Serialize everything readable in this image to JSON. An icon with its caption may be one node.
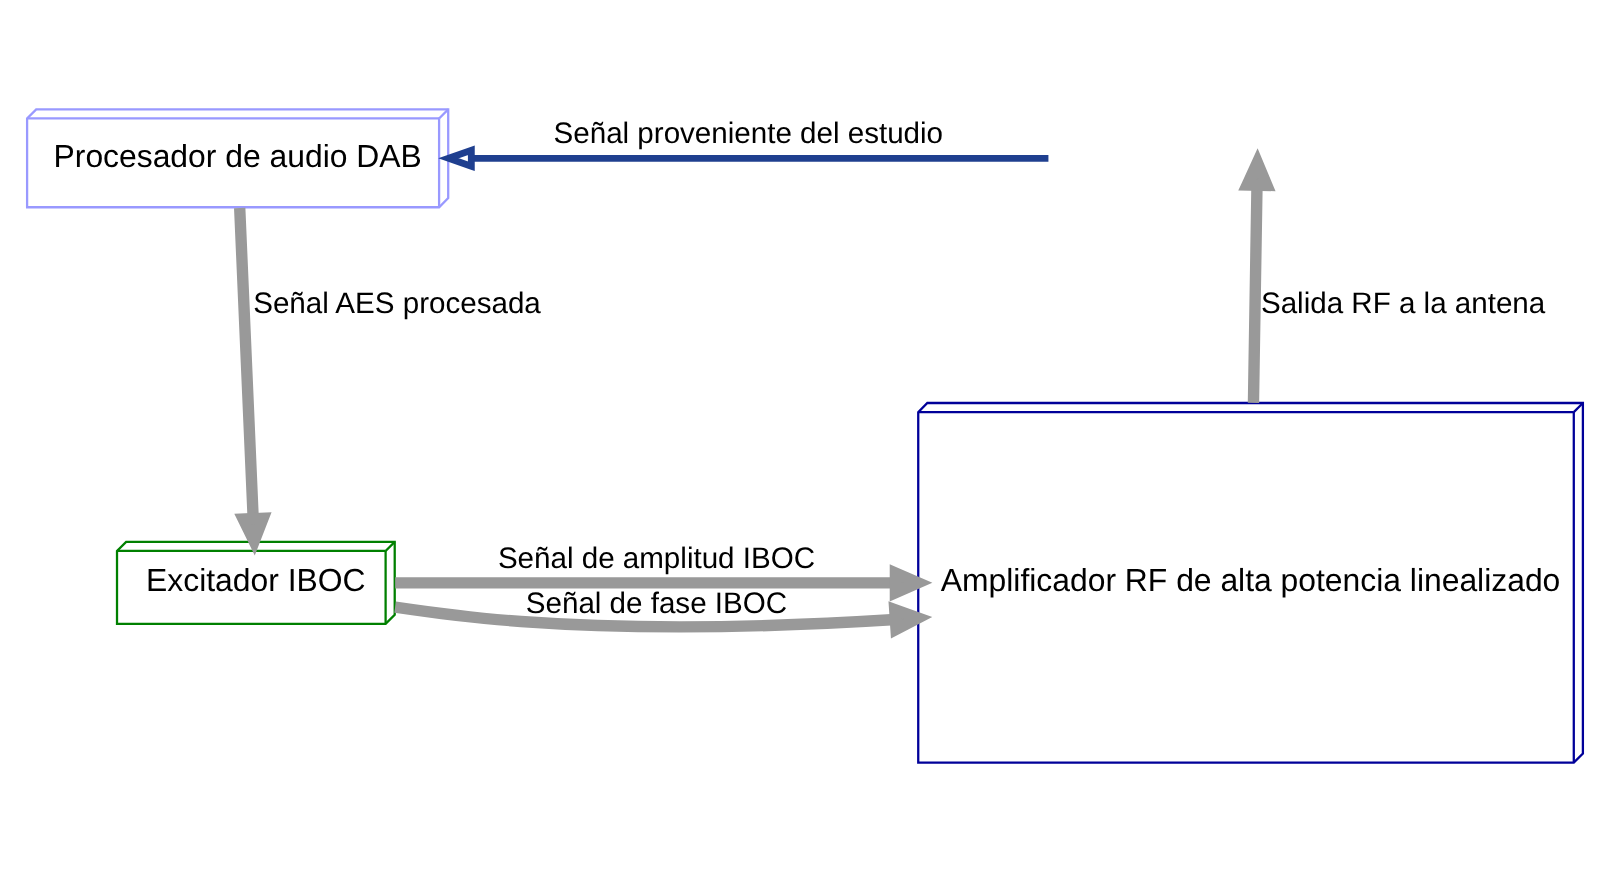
{
  "diagram": {
    "nodes": [
      {
        "text": [
          "Procesador de audio DAB"
        ]
      },
      {
        "text": [
          "Excitador IBOC"
        ]
      },
      {
        "text": [
          "Amplificador RF de alta potencia linealizado"
        ]
      }
    ],
    "edges": [
      {
        "from": null,
        "to": 0,
        "arrow": "to",
        "label": "Señal proveniente del estudio",
        "color": "#1f3f8f"
      },
      {
        "from": 0,
        "to": 1,
        "arrow": "to",
        "label": "Señal AES procesada"
      },
      {
        "from": 1,
        "to": 2,
        "arrow": "to",
        "label": "Señal de amplitud IBOC"
      },
      {
        "from": 1,
        "to": 2,
        "arrow": "to",
        "label": "Señal de fase IBOC"
      },
      {
        "from": 2,
        "to": null,
        "arrow": "to",
        "label": "Salida RF a la antena"
      }
    ]
  }
}
